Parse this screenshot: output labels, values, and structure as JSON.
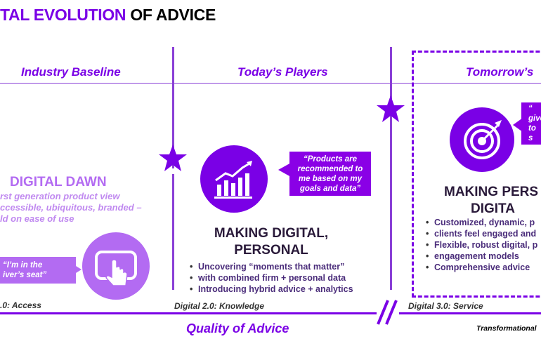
{
  "title": {
    "part1": "TAL EVOLUTION",
    "part2": " OF ADVICE"
  },
  "columns": {
    "baseline": {
      "header": "Industry Baseline"
    },
    "today": {
      "header": "Today’s Players"
    },
    "tomorrow": {
      "header": "Tomorrow’s"
    }
  },
  "left": {
    "heading": "DIGITAL DAWN",
    "desc": [
      "rst generation product view",
      "ccessible, ubiquitous, branded –",
      "ld on ease of use"
    ],
    "quote": [
      "“I’m in the",
      "iver’s seat”"
    ],
    "stage": ".0: Access",
    "icon": "tablet-touch-icon"
  },
  "middle": {
    "quote": [
      "“Products are",
      "recommended to",
      "me based on my",
      "goals and data”"
    ],
    "heading": [
      "MAKING DIGITAL,",
      "PERSONAL"
    ],
    "bullets": [
      "Uncovering “moments that matter”",
      "with combined firm + personal data",
      "Introducing hybrid advice + analytics"
    ],
    "stage": "Digital 2.0: Knowledge",
    "icon": "growth-chart-icon"
  },
  "right": {
    "quote": [
      "“",
      "give",
      "to",
      "s"
    ],
    "heading": [
      "MAKING PERS",
      "DIGITA"
    ],
    "bullets": [
      "Customized, dynamic, p",
      "clients feel engaged and",
      "Flexible, robust digital, p",
      "engagement models",
      "Comprehensive advice"
    ],
    "stage": "Digital 3.0: Service",
    "icon": "target-arrow-icon"
  },
  "axis": {
    "label": "Quality of Advice",
    "right_label": "Transformational"
  },
  "colors": {
    "purple": "#7a00e6",
    "light_purple": "#b36bf2",
    "line": "#8a3fd6"
  }
}
